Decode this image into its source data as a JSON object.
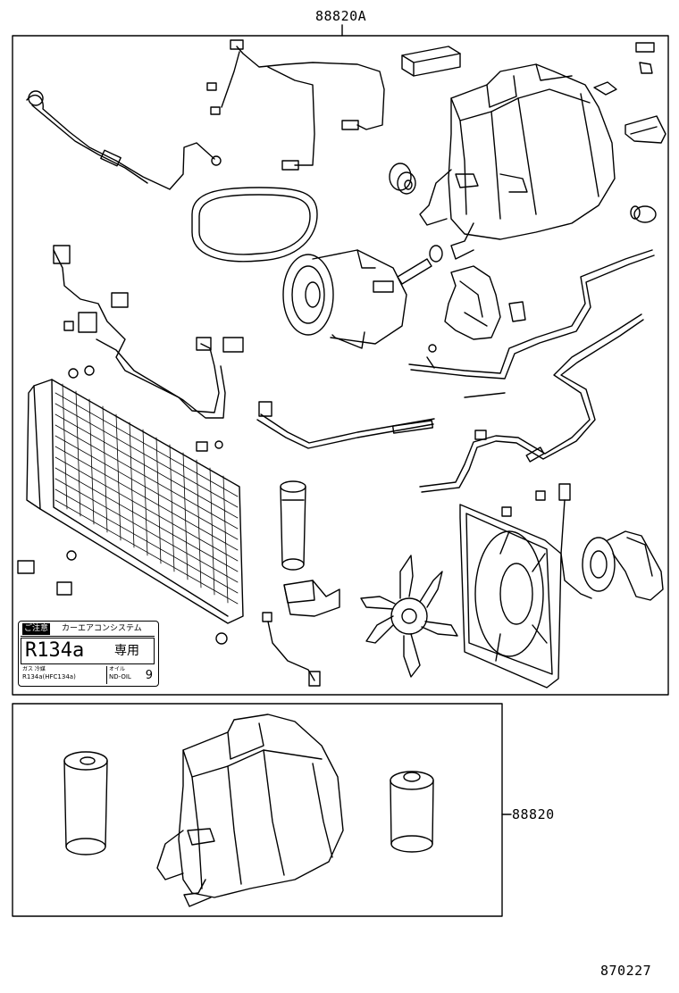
{
  "labels": {
    "top_part_number": "88820A",
    "side_part_number": "88820",
    "drawing_number": "870227"
  },
  "refrigerant_label": {
    "header_left": "ご注意",
    "header_right": "カーエアコンシステム",
    "refrigerant": "R134a",
    "exclusive": "専用",
    "gas_text": "ガス 冷媒",
    "gas_spec": "R134a(HFC134a)",
    "oil_text": "オイル",
    "oil_spec": "ND-OIL",
    "oil_number": "9"
  }
}
